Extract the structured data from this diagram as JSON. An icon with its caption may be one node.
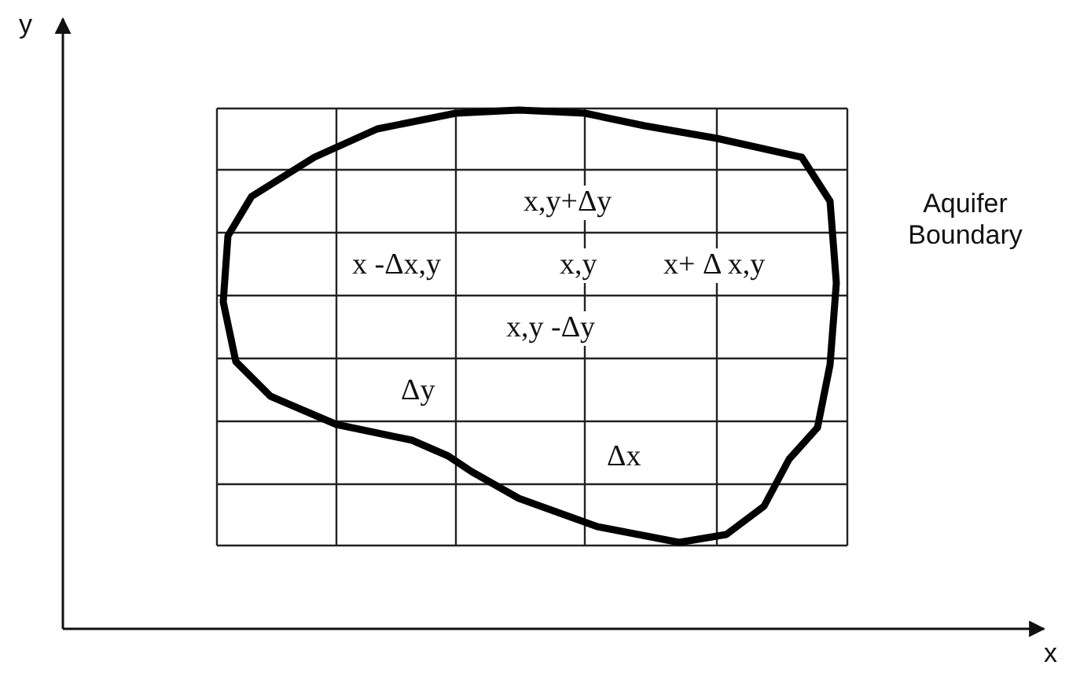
{
  "diagram": {
    "labels": [
      "y",
      "x,y+Δy",
      "Aquifer Boundary",
      "x -Δx,y",
      "x,y",
      "x+ Δ x,y",
      "x,y -Δy",
      "Δy",
      "Δx",
      "x"
    ]
  }
}
